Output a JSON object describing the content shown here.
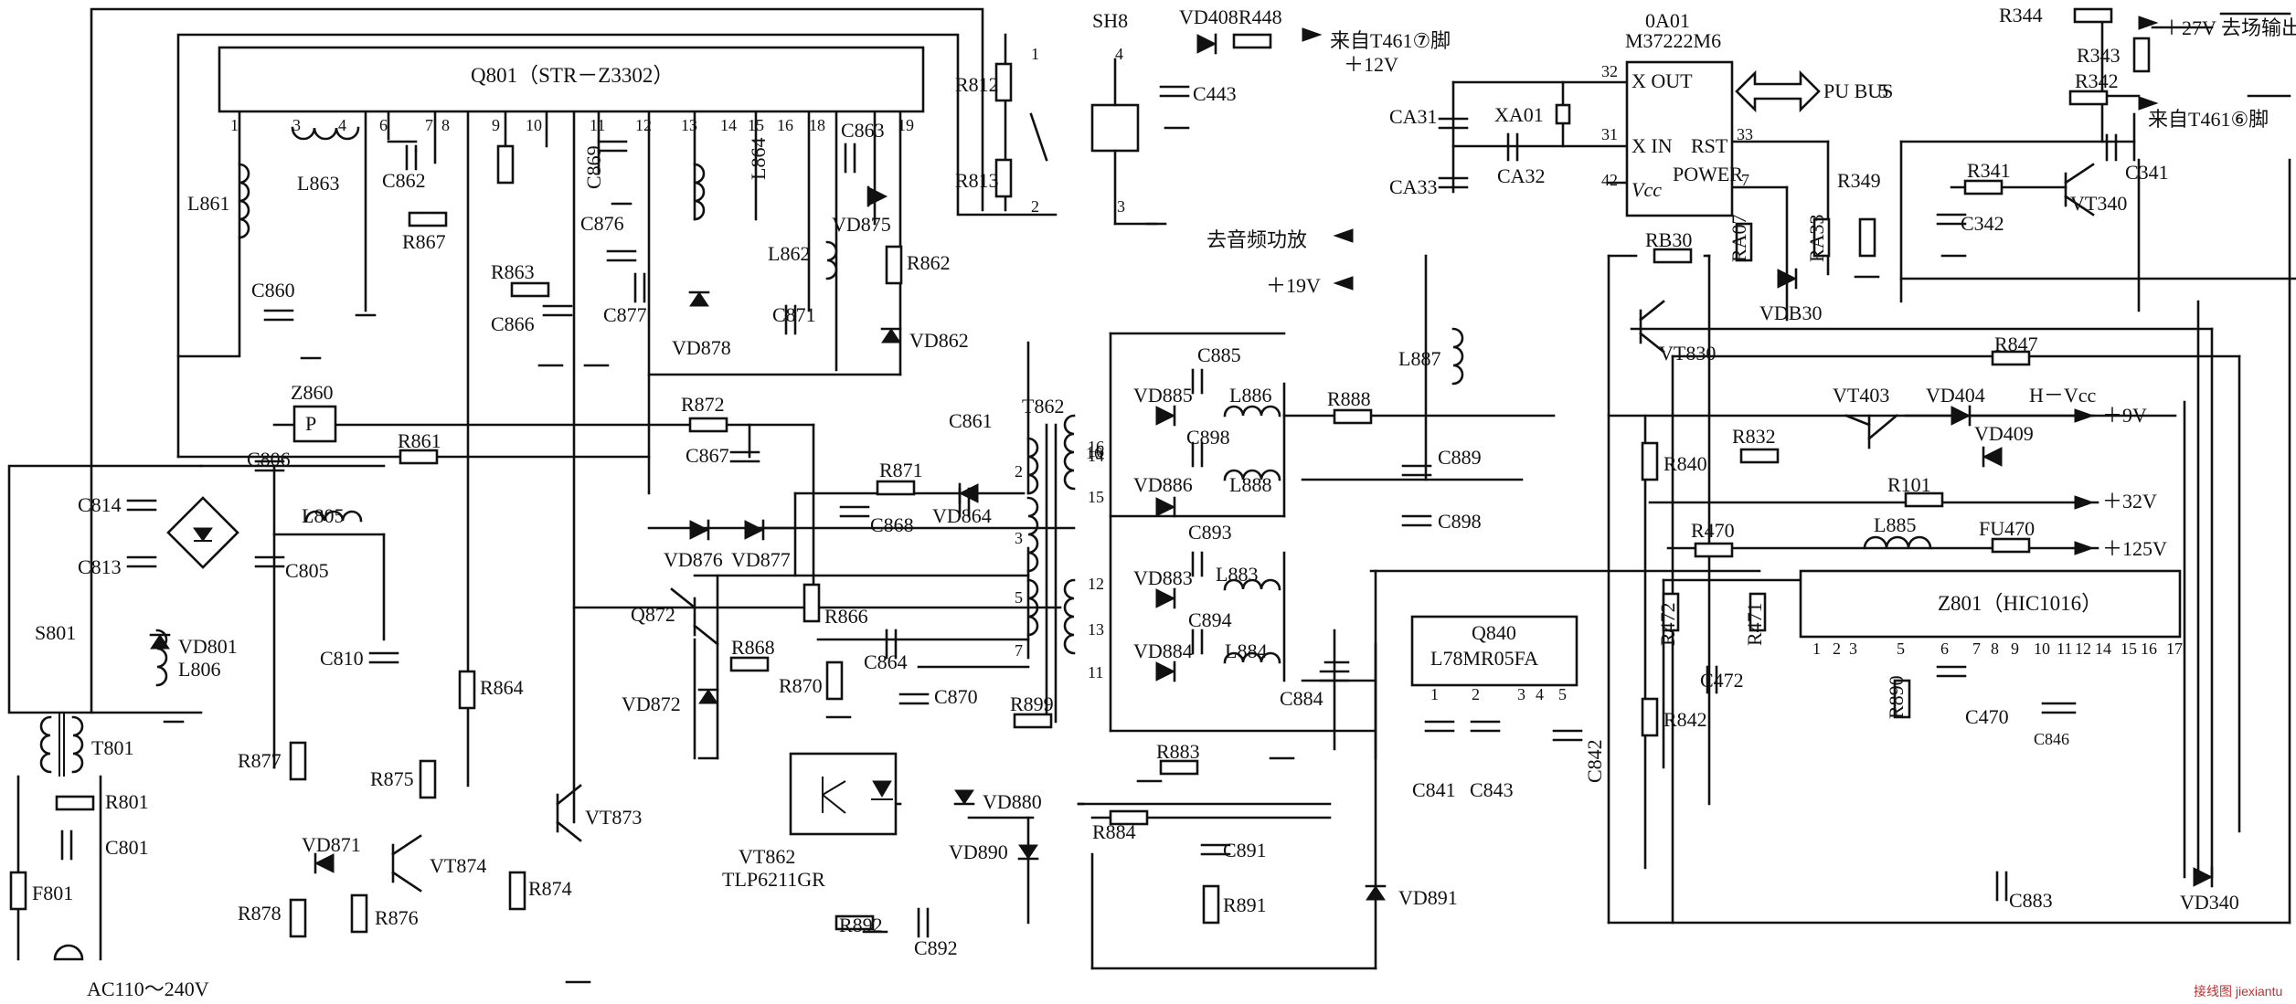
{
  "ics": {
    "q801": "Q801（STR－Z3302）",
    "oa01_title1": "0A01",
    "oa01_title2": "M37222M6",
    "oa01_xout": "X OUT",
    "oa01_xin": "X IN",
    "oa01_rst": "RST",
    "oa01_vcc": "Vcc",
    "oa01_power": "POWER",
    "q840_title1": "Q840",
    "q840_title2": "L78MR05FA",
    "z801": "Z801（HIC1016）",
    "tlp_name1": "VT862",
    "tlp_name2": "TLP6211GR",
    "z860_name": "Z860",
    "z860_p": "P"
  },
  "q801_pins": [
    "1",
    "3",
    "4",
    "6",
    "7",
    "8",
    "9",
    "10",
    "11",
    "12",
    "13",
    "14",
    "15",
    "16",
    "18",
    "19"
  ],
  "oa01_pins": [
    "32",
    "31",
    "42",
    "33",
    "7"
  ],
  "q840_pins": [
    "1",
    "2",
    "3",
    "4",
    "5"
  ],
  "z801_pins": [
    "1",
    "2",
    "3",
    "5",
    "6",
    "7",
    "8",
    "9",
    "10",
    "11",
    "12",
    "14",
    "15",
    "16",
    "17"
  ],
  "t862_pins": [
    "16",
    "14",
    "15",
    "2",
    "3",
    "5",
    "7",
    "12",
    "13",
    "11"
  ],
  "sh8_pins": [
    "1",
    "2",
    "3",
    "4"
  ],
  "labels": {
    "sh8": "SH8",
    "vd408": "VD408",
    "r448": "R448",
    "from_t461_7": "来自T461⑦脚",
    "plus12v": "＋12V",
    "c443": "C443",
    "r812": "R812",
    "r813": "R813",
    "pu_bus5": "PU BUS",
    "ca31": "CA31",
    "ca32": "CA32",
    "ca33": "CA33",
    "xa01": "XA01",
    "r344": "R344",
    "r343": "R343",
    "r342": "R342",
    "plus27v": "＋27V 去场输出",
    "from_t461_6": "来自T461⑥脚",
    "r349": "R349",
    "r341": "R341",
    "c341": "C341",
    "c342": "C342",
    "vt340": "VT340",
    "to_audio": "去音频功放",
    "plus19v": "＋19V",
    "rb30": "RB30",
    "ra07": "RA07",
    "ra33": "RA33",
    "vdb30": "VDB30",
    "vt830": "VT830",
    "l887": "L887",
    "r847": "R847",
    "c885": "C885",
    "vd885": "VD885",
    "l886": "L886",
    "c898a": "C898",
    "vd886": "VD886",
    "l888": "L888",
    "r888": "R888",
    "c889": "C889",
    "c898b": "C898",
    "t862": "T862",
    "vt403": "VT403",
    "vd404": "VD404",
    "hvcc": "H－Vcc",
    "plus9v": "＋9V",
    "vd409": "VD409",
    "r832": "R832",
    "r840": "R840",
    "r101": "R101",
    "plus32v": "＋32V",
    "r470": "R470",
    "l885": "L885",
    "fu470": "FU470",
    "plus125v": "＋125V",
    "c893": "C893",
    "vd883": "VD883",
    "l883": "L883",
    "c894": "C894",
    "vd884": "VD884",
    "l884": "L884",
    "c884": "C884",
    "r472": "R472",
    "r471": "R471",
    "c472": "C472",
    "r842": "R842",
    "r890": "R890",
    "c470": "C470",
    "c846": "C846",
    "c841": "C841",
    "c843": "C843",
    "c842": "C842",
    "l861": "L861",
    "l863": "L863",
    "c862": "C862",
    "r867": "R867",
    "c869": "C869",
    "c876": "C876",
    "c877": "C877",
    "vd878": "VD878",
    "r863": "R863",
    "c866": "C866",
    "l864": "L864",
    "c863": "C863",
    "vd875": "VD875",
    "l862": "L862",
    "r862": "R862",
    "c871": "C871",
    "vd862": "VD862",
    "c860": "C860",
    "r872": "R872",
    "c867": "C867",
    "c861": "C861",
    "r871": "R871",
    "vd864": "VD864",
    "c868": "C868",
    "c806": "C806",
    "r861": "R861",
    "c814": "C814",
    "c813": "C813",
    "l805": "L805",
    "c805": "C805",
    "vd876": "VD876",
    "vd877": "VD877",
    "q872": "Q872",
    "r866": "R866",
    "r868": "R868",
    "c864": "C864",
    "r870": "R870",
    "c870": "C870",
    "vd872": "VD872",
    "r899": "R899",
    "s801": "S801",
    "vd801": "VD801",
    "l806": "L806",
    "c810": "C810",
    "t801": "T801",
    "r801": "R801",
    "c801": "C801",
    "f801": "F801",
    "ac": "AC110～240V",
    "r877": "R877",
    "r864": "R864",
    "r875": "R875",
    "vt873": "VT873",
    "vd871": "VD871",
    "vt874": "VT874",
    "r874": "R874",
    "r878": "R878",
    "r876": "R876",
    "r883": "R883",
    "vd880": "VD880",
    "r884": "R884",
    "vd890": "VD890",
    "c891": "C891",
    "r891": "R891",
    "r892": "R892",
    "c892": "C892",
    "vd891": "VD891",
    "c883": "C883",
    "vd340": "VD340",
    "watermark": "接线图 jiexiantu"
  }
}
